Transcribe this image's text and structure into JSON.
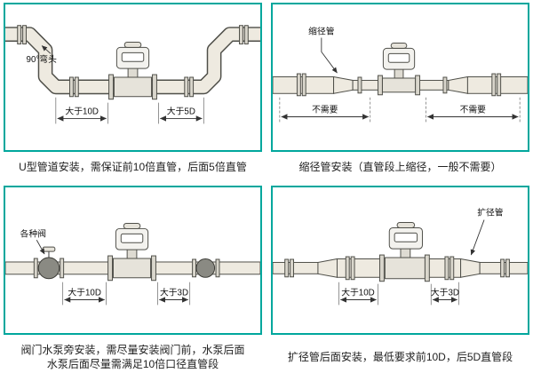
{
  "panels": {
    "u_pipe": {
      "component_label": "90°弯头",
      "dim_left": "大于10D",
      "dim_right": "大于5D",
      "caption": "U型管道安装，需保证前10倍直管，后面5倍直管"
    },
    "reducer": {
      "component_label": "缩径管",
      "dim_left": "不需要",
      "dim_right": "不需要",
      "caption": "缩径管安装（直管段上缩径，一般不需要）"
    },
    "valve": {
      "component_label": "各种阀",
      "dim_left": "大于10D",
      "dim_right": "大于3D",
      "caption_line1": "阀门水泵旁安装，需尽量安装阀门前，水泵后面",
      "caption_line2": "水泵后面尽量需满足10倍口径直管段"
    },
    "expander": {
      "component_label": "扩径管",
      "dim_left": "大于10D",
      "dim_right": "大于3D",
      "caption": "扩径管后面安装，最低要求前10D，后5D直管段"
    }
  },
  "colors": {
    "panel_border": "#00a79d",
    "pipe_fill": "#eeeae0",
    "line": "#4f4f49"
  }
}
